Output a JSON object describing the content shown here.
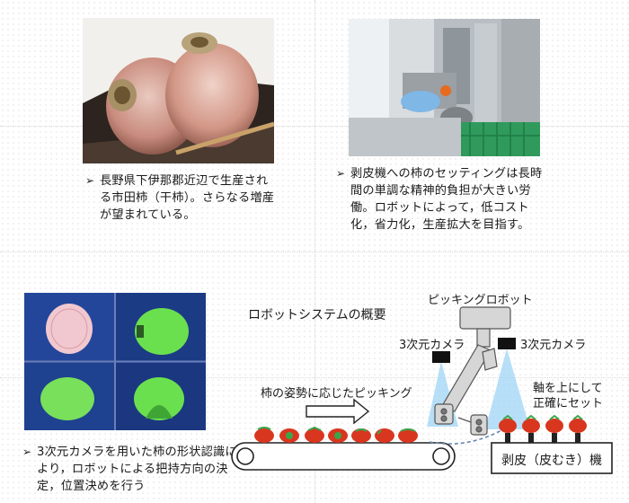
{
  "captions": {
    "top_left": "長野県下伊那郡近辺で生産される市田柿（干柿）。さらなる増産が望まれている。",
    "top_right": "剥皮機への柿のセッティングは長時間の単調な精神的負担が大きい労働。ロボットによって，低コスト化，省力化，生産拡大を目指す。",
    "bottom_left": "3次元カメラを用いた柿の形状認識により，ロボットによる把持方向の決定，位置決めを行う"
  },
  "diagram": {
    "title": "ロボットシステムの概要",
    "robot_label": "ピッキングロボット",
    "camera_left_label": "3次元カメラ",
    "camera_right_label": "3次元カメラ",
    "picking_label": "柿の姿勢に応じたピッキング",
    "set_label_line1": "軸を上にして",
    "set_label_line2": "正確にセット",
    "peeler_label": "剥皮（皮むき）機"
  },
  "colors": {
    "persimmon": "#d9361f",
    "calyx_green": "#3aa64a",
    "camera_beam": "#9fd4f5",
    "robot_gray": "#d6d6d6",
    "scan_green": "#6be04f",
    "scan_bg": "#1f3f8f"
  }
}
